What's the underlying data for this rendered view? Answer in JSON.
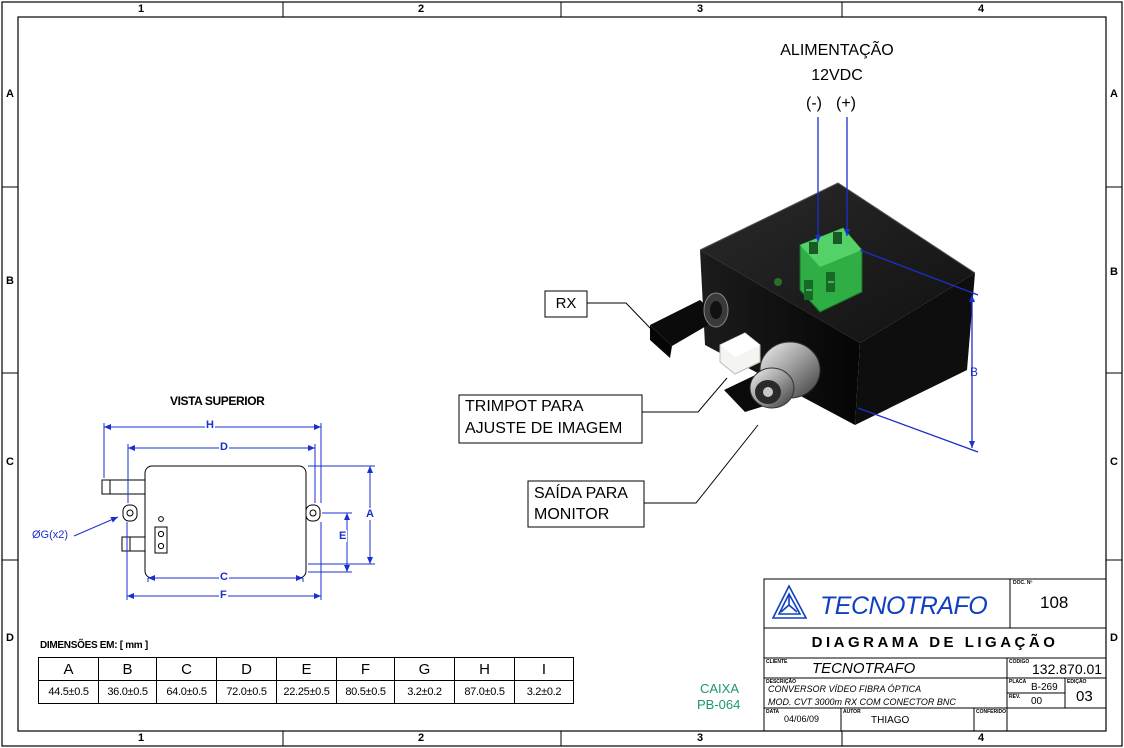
{
  "frame": {
    "columns": [
      "1",
      "2",
      "3",
      "4"
    ],
    "rows": [
      "A",
      "B",
      "C",
      "D"
    ]
  },
  "power": {
    "line1": "ALIMENTAÇÃO",
    "line2": "12VDC",
    "minus": "(-)",
    "plus": "(+)"
  },
  "callouts": {
    "rx": "RX",
    "trimpot_line1": "TRIMPOT PARA",
    "trimpot_line2": "AJUSTE DE IMAGEM",
    "saida_line1": "SAÍDA PARA",
    "saida_line2": "MONITOR",
    "dim_b": "B"
  },
  "top_view": {
    "title": "VISTA SUPERIOR",
    "labels": {
      "H": "H",
      "D": "D",
      "C": "C",
      "F": "F",
      "A": "A",
      "E": "E"
    },
    "hole_label": "ØG(x2)"
  },
  "dimensions": {
    "caption": "DIMENSÕES EM: [ mm ]",
    "headers": [
      "A",
      "B",
      "C",
      "D",
      "E",
      "F",
      "G",
      "H",
      "I"
    ],
    "values": [
      "44.5±0.5",
      "36.0±0.5",
      "64.0±0.5",
      "72.0±0.5",
      "22.25±0.5",
      "80.5±0.5",
      "3.2±0.2",
      "87.0±0.5",
      "3.2±0.2"
    ]
  },
  "caixa": {
    "line1": "CAIXA",
    "line2": "PB-064",
    "color": "#1a9a6a"
  },
  "title_block": {
    "brand": "TECNOTRAFO",
    "brand_color": "#1040c0",
    "doc_no_label": "DOC. Nº",
    "doc_no": "108",
    "title": "DIAGRAMA DE LIGAÇÃO",
    "cliente_label": "CLIENTE",
    "cliente": "TECNOTRAFO",
    "codigo_label": "CÓDIGO",
    "codigo": "132.870.01",
    "descricao_label": "DESCRIÇÃO",
    "descricao_line1": "CONVERSOR VÍDEO FIBRA ÓPTICA",
    "descricao_line2": "MOD. CVT 3000m   RX  COM CONECTOR BNC",
    "placa_label": "PLACA",
    "placa": "B-269",
    "edicao_label": "EDIÇÃO",
    "edicao": "03",
    "rev_label": "REV.",
    "rev": "00",
    "data_label": "DATA",
    "data": "04/06/09",
    "autor_label": "AUTOR",
    "autor": "THIAGO",
    "conferido_label": "CONFERIDO"
  }
}
